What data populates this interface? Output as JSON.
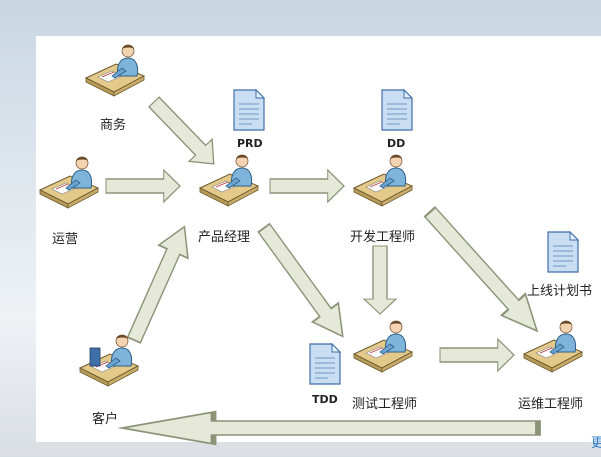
{
  "roles": {
    "business": "商务",
    "operations": "运营",
    "product_manager": "产品经理",
    "dev_engineer": "开发工程师",
    "test_engineer": "测试工程师",
    "ops_engineer": "运维工程师",
    "customer": "客户"
  },
  "documents": {
    "prd": "PRD",
    "dd": "DD",
    "tdd": "TDD",
    "launch_plan": "上线计划书"
  },
  "footer": {
    "more_link": "更"
  },
  "colors": {
    "arrow_fill": "#e6e8d8",
    "arrow_stroke": "#8c9478",
    "doc_fill": "#c9def3",
    "doc_stroke": "#3f6fa8",
    "desk": "#e3c98a",
    "person": "#7fb4da"
  }
}
